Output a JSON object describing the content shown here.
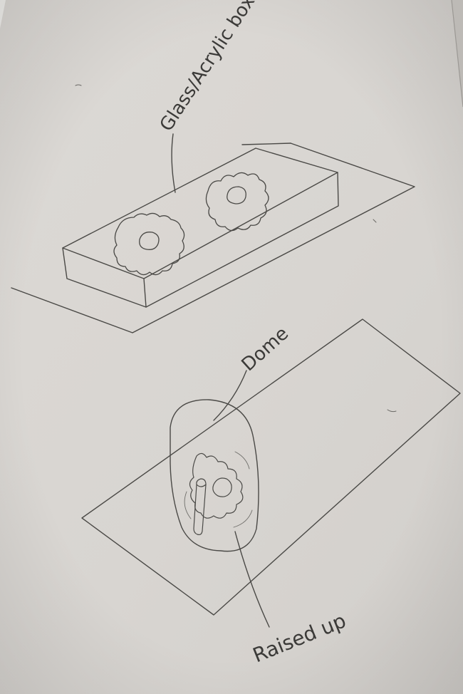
{
  "sketch": {
    "colors": {
      "paper": "#d9d6d2",
      "pencil": "#4a4946",
      "edge_dark": "#2b2b2b"
    },
    "upper_drawing": {
      "label": "Glass/Acrylic box."
    },
    "lower_drawing": {
      "dome_label": "Dome",
      "stem_label": "Raised up"
    }
  }
}
